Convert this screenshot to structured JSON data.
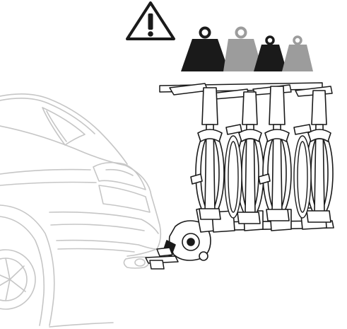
{
  "illustration": {
    "icons": {
      "warning": "warning-triangle-icon",
      "weight_heavy": "weight-heavy-icon",
      "weight_light": "weight-light-icon"
    },
    "colors": {
      "background": "#ffffff",
      "weight_dark": "#1a1a1a",
      "weight_gray": "#9c9c9c",
      "line_dark": "#1a1a1a",
      "car_outline": "#c6c6c6"
    },
    "weights_order": [
      "heavy",
      "light",
      "heavy",
      "light"
    ],
    "bike_count": 4
  }
}
